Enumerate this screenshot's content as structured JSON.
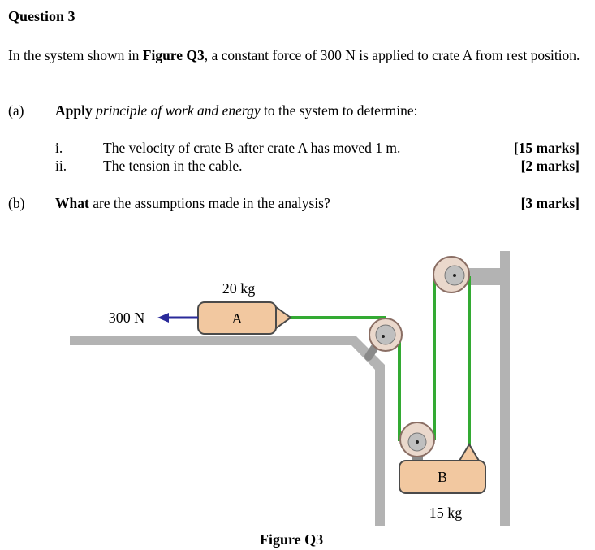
{
  "question": {
    "title": "Question 3",
    "intro_prefix": "In the system shown in ",
    "intro_figure_ref": "Figure Q3",
    "intro_suffix": ", a constant force of 300 N is applied to crate A from rest position."
  },
  "part_a": {
    "label": "(a)",
    "verb": "Apply",
    "principle": "principle of work and energy",
    "rest": " to the system to determine:",
    "items": [
      {
        "num": "i.",
        "text": "The velocity of crate B after crate A has moved 1 m.",
        "marks": "[15 marks]"
      },
      {
        "num": "ii.",
        "text": "The tension in the cable.",
        "marks": "[2 marks]"
      }
    ]
  },
  "part_b": {
    "label": "(b)",
    "verb": "What",
    "rest": " are the assumptions made in the analysis?",
    "marks": "[3 marks]"
  },
  "figure": {
    "force_label": "300 N",
    "crate_a_mass": "20 kg",
    "crate_a_label": "A",
    "crate_b_label": "B",
    "crate_b_mass": "15 kg",
    "caption": "Figure Q3",
    "colors": {
      "crate_fill": "#f2c8a0",
      "crate_stroke": "#4a4a4a",
      "cable": "#33aa33",
      "arrow": "#2a2a9a",
      "ground": "#b3b3b3",
      "pulley_outer": "#ead8cc",
      "pulley_stroke": "#8a6e64"
    }
  }
}
